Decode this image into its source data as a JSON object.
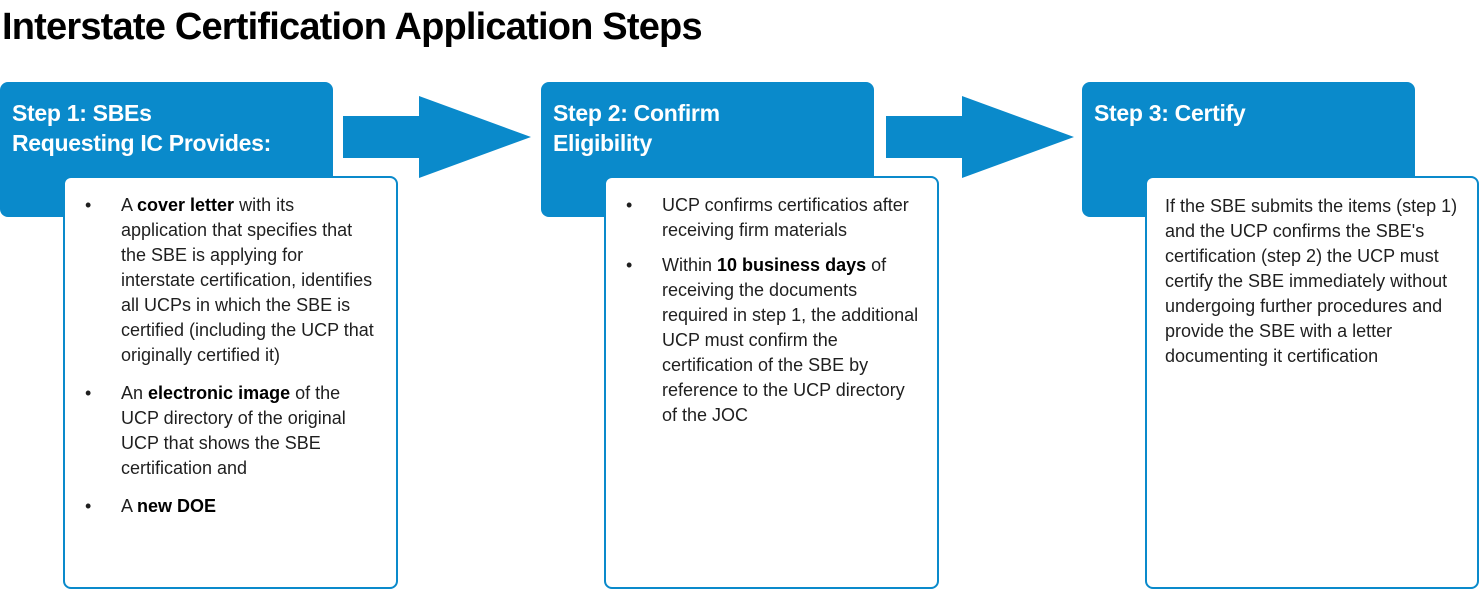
{
  "title": "Interstate Certification Application Steps",
  "colors": {
    "accent": "#0a8acb",
    "text": "#1f1f1f",
    "background": "#ffffff"
  },
  "steps": [
    {
      "header_line1": "Step 1: SBEs",
      "header_line2": "Requesting IC Provides:",
      "bullets": [
        {
          "pre": "A ",
          "bold": "cover letter",
          "post": " with its application that specifies that the SBE is applying for interstate certification, identifies all UCPs in which the SBE is certified (including the UCP that originally certified it)"
        },
        {
          "pre": "An ",
          "bold": "electronic image",
          "post": " of the UCP directory of the original UCP that shows the SBE certification and"
        },
        {
          "pre": "A ",
          "bold": "new DOE",
          "post": ""
        }
      ]
    },
    {
      "header_line1": "Step 2: Confirm",
      "header_line2": "Eligibility",
      "bullets": [
        {
          "pre": "UCP confirms certificatios after receiving firm materials",
          "bold": "",
          "post": ""
        },
        {
          "pre": "Within ",
          "bold": "10 business days",
          "post": " of receiving the documents required in step 1, the additional UCP must confirm the certification of the SBE by reference to the UCP directory of the JOC"
        }
      ]
    },
    {
      "header_line1": "Step 3: Certify",
      "header_line2": "",
      "paragraph": "If the SBE submits the items (step 1) and the UCP confirms the SBE's certification (step 2) the UCP must certify the SBE immediately without undergoing further procedures and provide the SBE with a letter documenting it certification"
    }
  ]
}
